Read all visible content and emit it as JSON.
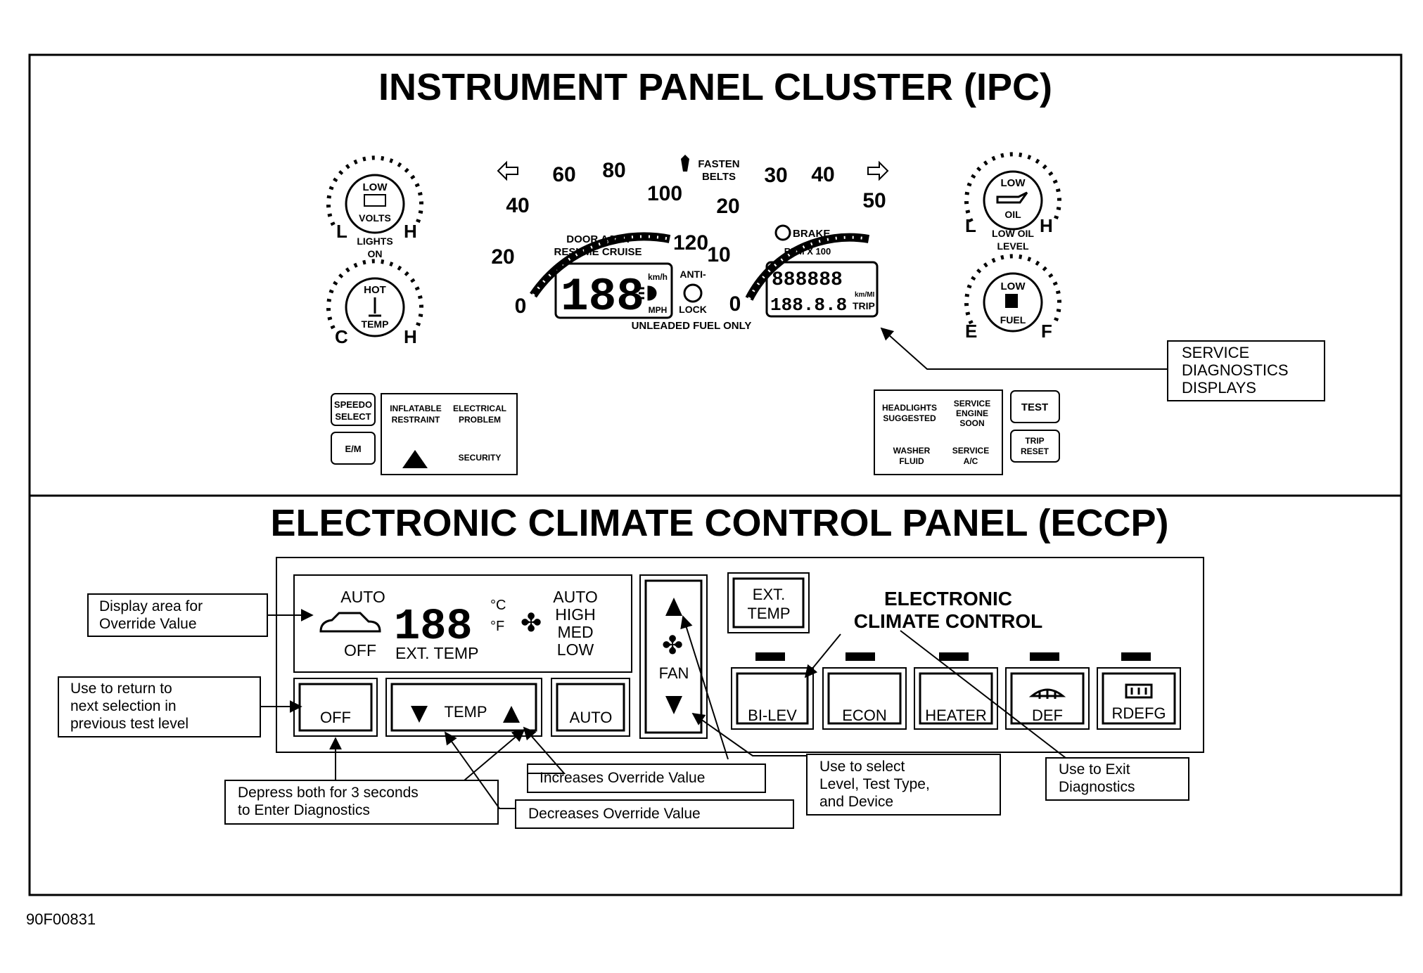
{
  "ipc": {
    "title": "INSTRUMENT PANEL CLUSTER (IPC)",
    "volts_gauge": {
      "line1": "LOW",
      "line2": "VOLTS",
      "low": "L",
      "high": "H",
      "caption1": "LIGHTS",
      "caption2": "ON"
    },
    "temp_gauge": {
      "line1": "HOT",
      "line2": "TEMP",
      "low": "C",
      "high": "H"
    },
    "speedometer": {
      "ticks": [
        "0",
        "20",
        "40",
        "60",
        "80",
        "100",
        "120"
      ],
      "msg1": "DOOR AJAR",
      "msg2": "RESUME CRUISE",
      "digits": "188",
      "unit_kmh": "km/h",
      "unit_mph": "MPH",
      "antilock1": "ANTI-",
      "antilock2": "LOCK",
      "fuel_notice": "UNLEADED FUEL ONLY"
    },
    "fasten_belts1": "FASTEN",
    "fasten_belts2": "BELTS",
    "tachometer": {
      "ticks": [
        "0",
        "10",
        "20",
        "30",
        "40",
        "50"
      ],
      "brake": "BRAKE",
      "rpm": "RPM X 100",
      "odometer": "888888",
      "trip": "188.8.8",
      "trip_unit1": "km/MI",
      "trip_unit2": "TRIP"
    },
    "oil_gauge": {
      "line1": "LOW",
      "line2": "OIL",
      "low": "L",
      "high": "H",
      "caption1": "LOW OIL",
      "caption2": "LEVEL"
    },
    "fuel_gauge": {
      "line1": "LOW",
      "line2": "FUEL",
      "low": "E",
      "high": "F"
    },
    "service_callout": {
      "line1": "SERVICE",
      "line2": "DIAGNOSTICS",
      "line3": "DISPLAYS"
    },
    "left_buttons": {
      "speedo1": "SPEEDO",
      "speedo2": "SELECT",
      "em": "E/M"
    },
    "left_warnings": {
      "inflatable1": "INFLATABLE",
      "inflatable2": "RESTRAINT",
      "electrical1": "ELECTRICAL",
      "electrical2": "PROBLEM",
      "security": "SECURITY"
    },
    "right_warnings": {
      "headlights1": "HEADLIGHTS",
      "headlights2": "SUGGESTED",
      "ses1": "SERVICE",
      "ses2": "ENGINE",
      "ses3": "SOON",
      "washer1": "WASHER",
      "washer2": "FLUID",
      "serviceac1": "SERVICE",
      "serviceac2": "A/C"
    },
    "right_buttons": {
      "test": "TEST",
      "trip1": "TRIP",
      "trip2": "RESET"
    }
  },
  "eccp": {
    "title": "ELECTRONIC CLIMATE CONTROL PANEL (ECCP)",
    "display": {
      "auto": "AUTO",
      "off": "OFF",
      "digits": "188",
      "deg_c": "°C",
      "deg_f": "°F",
      "ext_temp": "EXT. TEMP",
      "fan_auto": "AUTO",
      "fan_high": "HIGH",
      "fan_med": "MED",
      "fan_low": "LOW"
    },
    "buttons": {
      "off": "OFF",
      "temp": "TEMP",
      "auto": "AUTO",
      "fan": "FAN",
      "ext_temp1": "EXT.",
      "ext_temp2": "TEMP",
      "bilev": "BI-LEV",
      "econ": "ECON",
      "heater": "HEATER",
      "def": "DEF",
      "rdefg": "RDEFG"
    },
    "brand1": "ELECTRONIC",
    "brand2": "CLIMATE CONTROL",
    "callouts": {
      "display_area1": "Display area for",
      "display_area2": "Override Value",
      "return1": "Use to return to",
      "return2": "next selection in",
      "return3": "previous test level",
      "depress1": "Depress both for 3 seconds",
      "depress2": "to Enter Diagnostics",
      "increases": "Increases Override Value",
      "decreases": "Decreases Override Value",
      "select1": "Use to select",
      "select2": "Level, Test Type,",
      "select3": "and Device",
      "exit1": "Use to Exit",
      "exit2": "Diagnostics"
    }
  },
  "figure_id": "90F00831",
  "colors": {
    "ink": "#000000",
    "paper": "#ffffff"
  }
}
